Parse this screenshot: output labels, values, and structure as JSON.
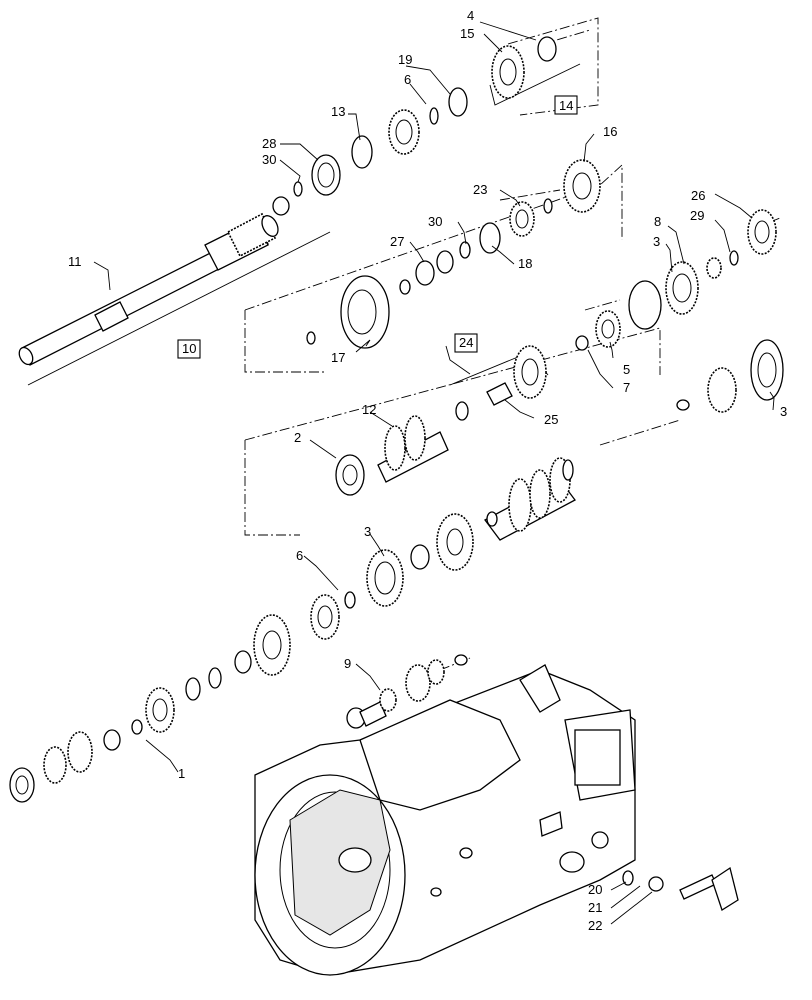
{
  "callouts": {
    "c1": "1",
    "c2": "2",
    "c3a": "3",
    "c3b": "3",
    "c3c": "3",
    "c4": "4",
    "c5": "5",
    "c6a": "6",
    "c6b": "6",
    "c7": "7",
    "c8": "8",
    "c9": "9",
    "c10": "10",
    "c11": "11",
    "c12": "12",
    "c13": "13",
    "c14": "14",
    "c15": "15",
    "c16": "16",
    "c17": "17",
    "c18": "18",
    "c19": "19",
    "c20": "20",
    "c21": "21",
    "c22": "22",
    "c23": "23",
    "c24": "24",
    "c25": "25",
    "c26": "26",
    "c27": "27",
    "c28": "28",
    "c29": "29",
    "c30a": "30",
    "c30b": "30"
  }
}
